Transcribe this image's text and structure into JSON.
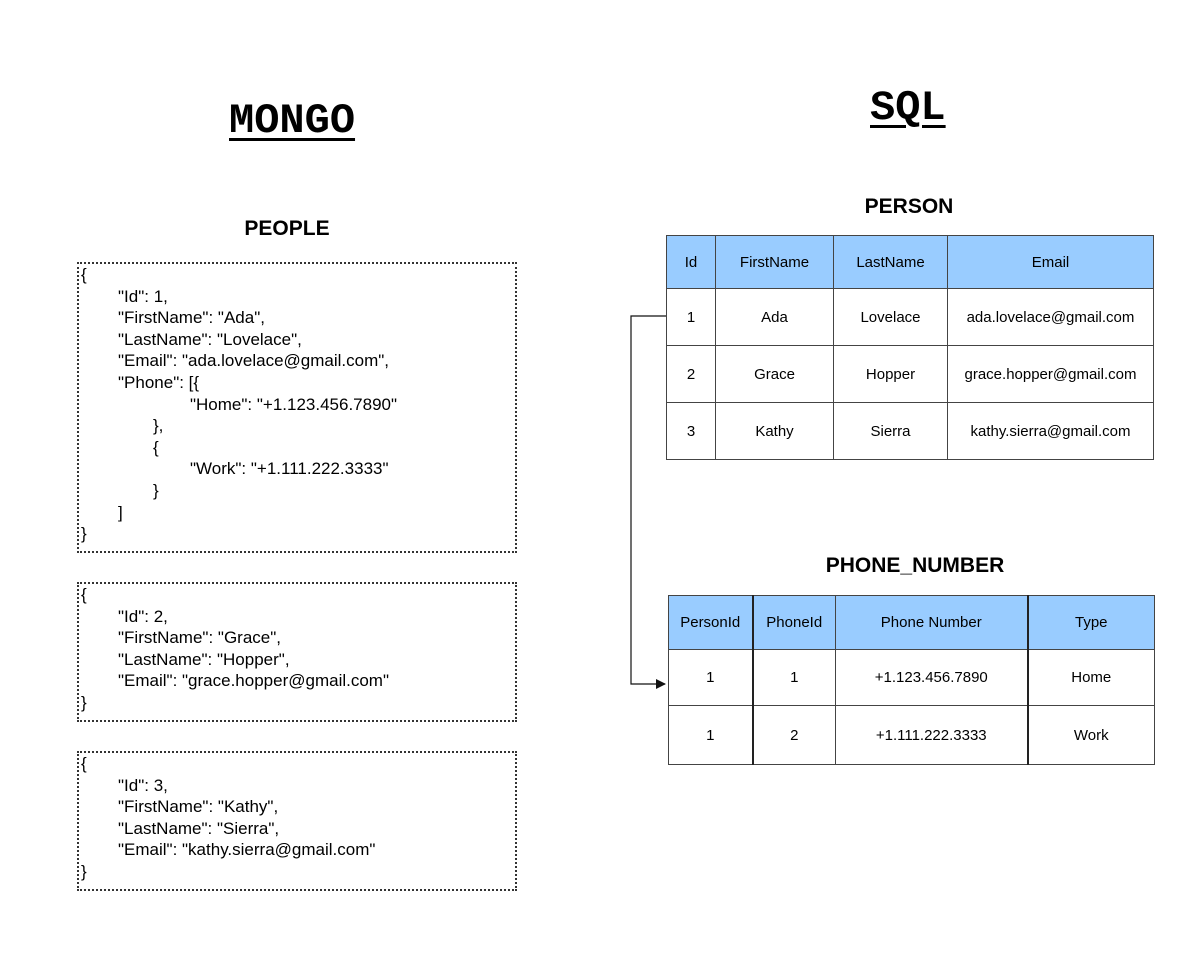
{
  "mongo": {
    "title": "MONGO",
    "collection_title": "PEOPLE",
    "documents": [
      {
        "lines": [
          {
            "indent": 0,
            "text": "{"
          },
          {
            "indent": 1,
            "text": "\"Id\": 1,"
          },
          {
            "indent": 1,
            "text": "\"FirstName\": \"Ada\","
          },
          {
            "indent": 1,
            "text": "\"LastName\": \"Lovelace\","
          },
          {
            "indent": 1,
            "text": "\"Email\": \"ada.lovelace@gmail.com\","
          },
          {
            "indent": 1,
            "text": "\"Phone\": [{"
          },
          {
            "indent": 3,
            "text": "\"Home\": \"+1.123.456.7890\""
          },
          {
            "indent": 2,
            "text": "},"
          },
          {
            "indent": 2,
            "text": "{"
          },
          {
            "indent": 3,
            "text": "\"Work\": \"+1.111.222.3333\""
          },
          {
            "indent": 2,
            "text": "}"
          },
          {
            "indent": 1,
            "text": "]"
          },
          {
            "indent": 0,
            "text": "}"
          }
        ]
      },
      {
        "lines": [
          {
            "indent": 0,
            "text": "{"
          },
          {
            "indent": 1,
            "text": "\"Id\": 2,"
          },
          {
            "indent": 1,
            "text": "\"FirstName\": \"Grace\","
          },
          {
            "indent": 1,
            "text": "\"LastName\": \"Hopper\","
          },
          {
            "indent": 1,
            "text": "\"Email\": \"grace.hopper@gmail.com\""
          },
          {
            "indent": 0,
            "text": "}"
          }
        ]
      },
      {
        "lines": [
          {
            "indent": 0,
            "text": "{"
          },
          {
            "indent": 1,
            "text": "\"Id\": 3,"
          },
          {
            "indent": 1,
            "text": "\"FirstName\": \"Kathy\","
          },
          {
            "indent": 1,
            "text": "\"LastName\": \"Sierra\","
          },
          {
            "indent": 1,
            "text": "\"Email\": \"kathy.sierra@gmail.com\""
          },
          {
            "indent": 0,
            "text": "}"
          }
        ]
      }
    ]
  },
  "sql": {
    "title": "SQL",
    "person_table": {
      "title": "PERSON",
      "columns": [
        "Id",
        "FirstName",
        "LastName",
        "Email"
      ],
      "rows": [
        [
          "1",
          "Ada",
          "Lovelace",
          "ada.lovelace@gmail.com"
        ],
        [
          "2",
          "Grace",
          "Hopper",
          "grace.hopper@gmail.com"
        ],
        [
          "3",
          "Kathy",
          "Sierra",
          "kathy.sierra@gmail.com"
        ]
      ]
    },
    "phone_table": {
      "title": "PHONE_NUMBER",
      "columns": [
        "PersonId",
        "PhoneId",
        "Phone Number",
        "Type"
      ],
      "rows": [
        [
          "1",
          "1",
          "+1.123.456.7890",
          "Home"
        ],
        [
          "1",
          "2",
          "+1.111.222.3333",
          "Work"
        ]
      ]
    }
  },
  "colors": {
    "header_fill": "#99ccff",
    "border": "#444444",
    "text": "#000000"
  }
}
